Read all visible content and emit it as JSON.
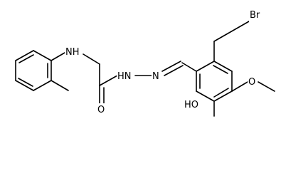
{
  "molecule": {
    "atom_labels": {
      "bromine": "Br",
      "methoxy_oxygen": "O",
      "hydroxyl": "HO",
      "carbonyl_oxygen": "O",
      "amine": "NH",
      "hydrazide_nh": "HN",
      "imine_n": "N"
    },
    "colors": {
      "bond": "#000000",
      "label": "#000000",
      "background": "#ffffff"
    }
  }
}
